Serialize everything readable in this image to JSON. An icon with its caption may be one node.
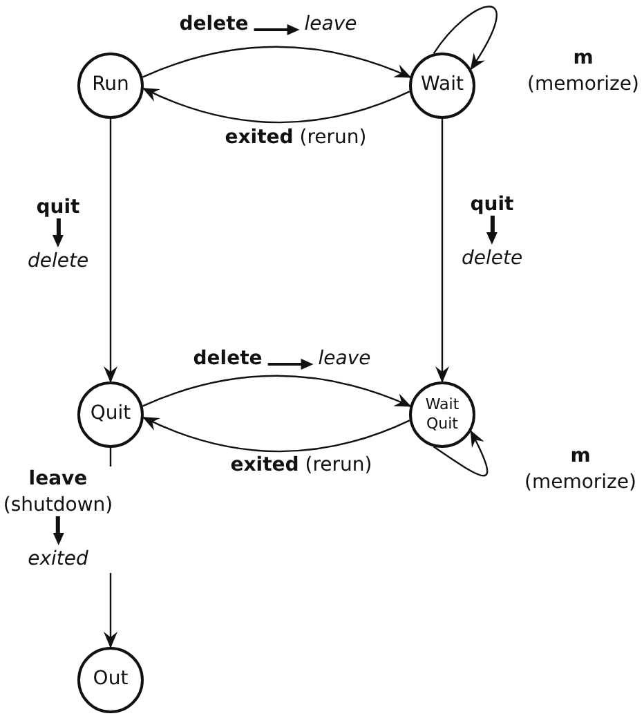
{
  "diagram": {
    "nodes": [
      {
        "text": [
          "Run"
        ]
      },
      {
        "text": [
          "Wait"
        ]
      },
      {
        "text": [
          "Quit"
        ]
      },
      {
        "text": [
          "Wait Quit"
        ]
      },
      {
        "text": [
          "Out"
        ]
      }
    ],
    "edges": [
      {
        "from": 0,
        "to": 1,
        "arrow": "to",
        "label": "**delete** *leave*"
      },
      {
        "from": 1,
        "to": 0,
        "arrow": "to",
        "label": "**exited** (rerun)"
      },
      {
        "from": 1,
        "to": 1,
        "arrow": "to",
        "label": "**m** (memorize)"
      },
      {
        "from": 0,
        "to": 2,
        "arrow": "to",
        "label": "**quit** *delete*"
      },
      {
        "from": 1,
        "to": 3,
        "arrow": "to",
        "label": "**quit** *delete*"
      },
      {
        "from": 2,
        "to": 3,
        "arrow": "to",
        "label": "**delete** *leave*"
      },
      {
        "from": 3,
        "to": 2,
        "arrow": "to",
        "label": "**exited** (rerun)"
      },
      {
        "from": 3,
        "to": 3,
        "arrow": "to",
        "label": "**m** (memorize)"
      },
      {
        "from": 2,
        "to": 4,
        "arrow": "to",
        "label": "**leave** (shutdown) *exited*"
      }
    ]
  }
}
